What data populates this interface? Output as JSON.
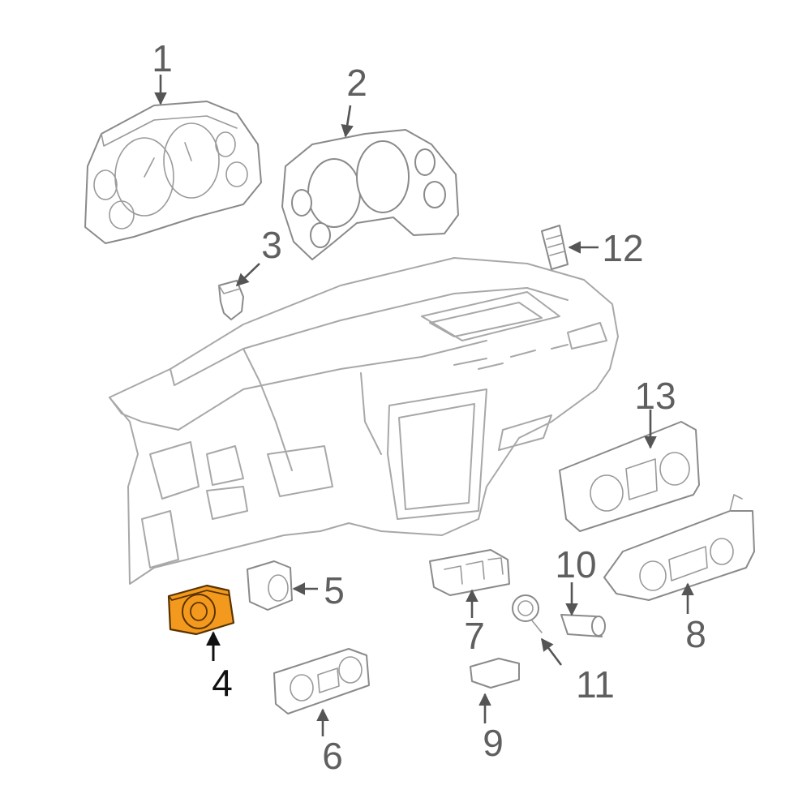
{
  "callouts": [
    "1",
    "2",
    "3",
    "4",
    "5",
    "6",
    "7",
    "8",
    "9",
    "10",
    "11",
    "12",
    "13"
  ],
  "highlighted_callout": "4",
  "colors": {
    "highlight_fill": "#f39a1e",
    "highlight_stroke": "#5a3300",
    "line_art": "#8a8a8a",
    "label_text": "#5f5f5f"
  }
}
